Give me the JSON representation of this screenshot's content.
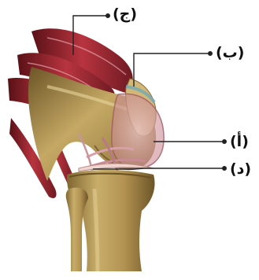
{
  "diagram": {
    "labels": {
      "jeem": "(ج)",
      "baa": "(ب)",
      "alif": "(أ)",
      "dal": "(د)"
    }
  }
}
